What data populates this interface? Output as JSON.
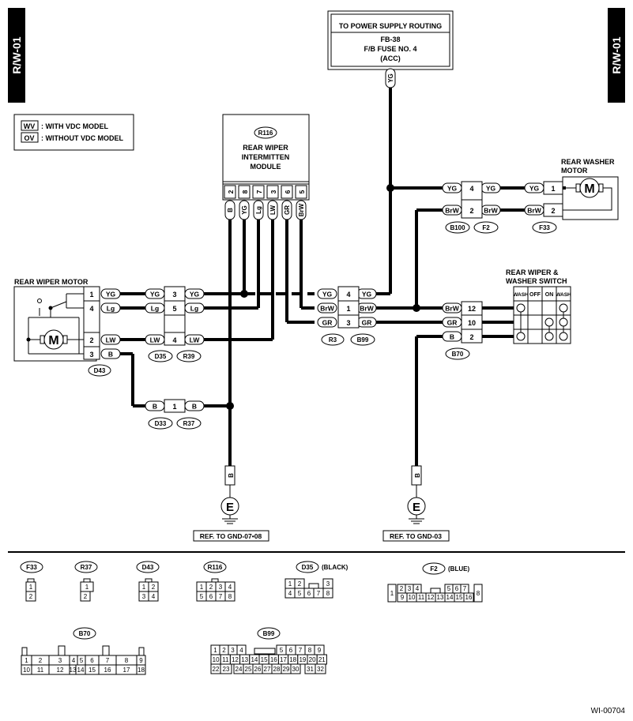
{
  "page": {
    "side_tag": "R/W-01",
    "footer_code": "WI-00704"
  },
  "legend": {
    "items": [
      {
        "code": "WV",
        "label": ": WITH VDC MODEL"
      },
      {
        "code": "OV",
        "label": ": WITHOUT VDC MODEL"
      }
    ]
  },
  "power": {
    "line1": "TO POWER SUPPLY ROUTING",
    "line2": "FB-38",
    "line3": "F/B FUSE NO. 4",
    "line4": "(ACC)",
    "wire": "YG"
  },
  "module": {
    "code": "R116",
    "name_lines": [
      "REAR WIPER",
      "INTERMITTEN",
      "MODULE"
    ],
    "pins": [
      "2",
      "8",
      "7",
      "3",
      "6",
      "5"
    ],
    "wires": [
      "B",
      "YG",
      "Lg",
      "LW",
      "GR",
      "BrW"
    ]
  },
  "washer_motor": {
    "title_lines": [
      "REAR WASHER",
      "MOTOR"
    ],
    "pins": [
      "1",
      "2"
    ],
    "wires_left": [
      "YG",
      "BrW"
    ],
    "mid_pins": [
      "4",
      "2"
    ],
    "mid_wires_right": [
      "YG",
      "BrW"
    ],
    "connectors": [
      "B100",
      "F2",
      "F33"
    ],
    "symbol": "M"
  },
  "wiper_motor": {
    "title": "REAR WIPER MOTOR",
    "pins": [
      "1",
      "4",
      "2",
      "3"
    ],
    "wires": [
      "YG",
      "Lg",
      "LW",
      "B"
    ],
    "connector": "D43",
    "symbol": "M"
  },
  "d35": {
    "pins": [
      "3",
      "5",
      "4"
    ],
    "wires_left": [
      "YG",
      "Lg",
      "LW"
    ],
    "wires_right": [
      "YG",
      "Lg",
      "LW"
    ],
    "connectors": [
      "D35",
      "R39"
    ]
  },
  "d33": {
    "pin": "1",
    "wire_left": "B",
    "wire_right": "B",
    "connectors": [
      "D33",
      "R37"
    ]
  },
  "r3": {
    "pins": [
      "4",
      "1",
      "3"
    ],
    "wires_left": [
      "YG",
      "BrW",
      "GR"
    ],
    "wires_right": [
      "YG",
      "BrW",
      "GR"
    ],
    "connectors": [
      "R3",
      "B99"
    ]
  },
  "switch": {
    "title_lines": [
      "REAR WIPER &",
      "WASHER SWITCH"
    ],
    "pins": [
      "12",
      "10",
      "2"
    ],
    "wires": [
      "BrW",
      "GR",
      "B"
    ],
    "connector": "B70",
    "headers": [
      "WASH",
      "OFF",
      "ON",
      "WASH"
    ]
  },
  "grounds": [
    {
      "symbol": "E",
      "wire": "B",
      "ref": "REF. TO GND-07•08"
    },
    {
      "symbol": "E",
      "wire": "B",
      "ref": "REF. TO GND-03"
    }
  ],
  "connector_views": {
    "f33": {
      "name": "F33",
      "cells": [
        "1",
        "2"
      ]
    },
    "r37": {
      "name": "R37",
      "cells": [
        "1",
        "2"
      ]
    },
    "d43": {
      "name": "D43",
      "cells": [
        "1",
        "2",
        "3",
        "4"
      ]
    },
    "r116": {
      "name": "R116",
      "cells": [
        "1",
        "2",
        "3",
        "4",
        "5",
        "6",
        "7",
        "8"
      ]
    },
    "d35": {
      "name": "D35",
      "note": "(BLACK)",
      "cells": [
        "1",
        "2",
        "3",
        "4",
        "5",
        "6",
        "7",
        "8"
      ]
    },
    "f2": {
      "name": "F2",
      "note": "(BLUE)",
      "cells": [
        "1",
        "2",
        "3",
        "4",
        "5",
        "6",
        "7",
        "8",
        "9",
        "10",
        "11",
        "12",
        "13",
        "14",
        "15",
        "16"
      ]
    },
    "b70": {
      "name": "B70",
      "cells": [
        "1",
        "2",
        "3",
        "4",
        "5",
        "6",
        "7",
        "8",
        "9",
        "10",
        "11",
        "12",
        "13",
        "14",
        "15",
        "16",
        "17",
        "18"
      ]
    },
    "b99": {
      "name": "B99",
      "cells": [
        "1",
        "2",
        "3",
        "4",
        "5",
        "6",
        "7",
        "8",
        "9",
        "10",
        "11",
        "12",
        "13",
        "14",
        "15",
        "16",
        "17",
        "18",
        "19",
        "20",
        "21",
        "22",
        "23",
        "24",
        "25",
        "26",
        "27",
        "28",
        "29",
        "30",
        "31",
        "32"
      ]
    }
  }
}
